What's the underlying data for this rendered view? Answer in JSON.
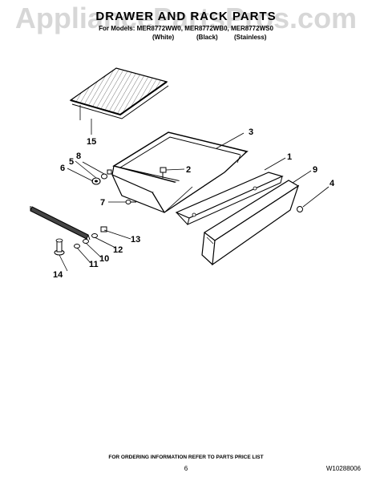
{
  "watermark": "AppliancePartsPros.com",
  "title": "DRAWER AND RACK PARTS",
  "models_line": "For Models: MER8772WW0, MER8772WB0, MER8772WS0",
  "variants": [
    "(White)",
    "(Black)",
    "(Stainless)"
  ],
  "callouts": {
    "c1": "1",
    "c2": "2",
    "c3": "3",
    "c4": "4",
    "c5": "5",
    "c6": "6",
    "c7": "7",
    "c8": "8",
    "c9": "9",
    "c10": "10",
    "c11": "11",
    "c12": "12",
    "c13": "13",
    "c14": "14",
    "c15": "15"
  },
  "footer": "FOR ORDERING INFORMATION REFER TO PARTS PRICE LIST",
  "page_number": "6",
  "doc_number": "W10288006"
}
